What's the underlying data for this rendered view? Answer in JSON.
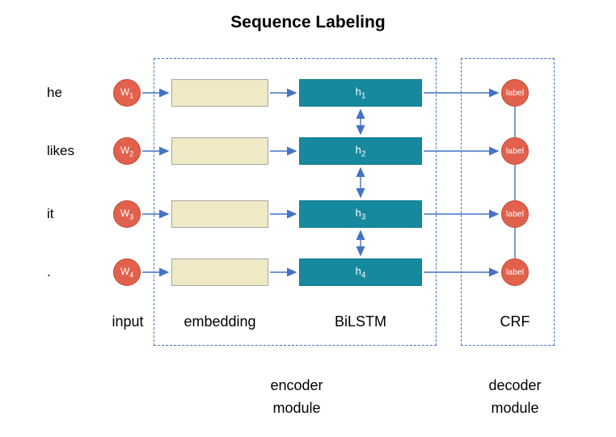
{
  "title": "Sequence Labeling",
  "rows": [
    {
      "word": "he",
      "input_main": "W",
      "input_sub": "1",
      "hidden_main": "h",
      "hidden_sub": "1",
      "label": "label"
    },
    {
      "word": "likes",
      "input_main": "W",
      "input_sub": "2",
      "hidden_main": "h",
      "hidden_sub": "2",
      "label": "label"
    },
    {
      "word": "it",
      "input_main": "W",
      "input_sub": "3",
      "hidden_main": "h",
      "hidden_sub": "3",
      "label": "label"
    },
    {
      "word": ".",
      "input_main": "W",
      "input_sub": "4",
      "hidden_main": "h",
      "hidden_sub": "4",
      "label": "label"
    }
  ],
  "column_labels": {
    "input": "input",
    "embedding": "embedding",
    "bilstm": "BiLSTM",
    "crf": "CRF"
  },
  "captions": {
    "encoder": {
      "line1": "encoder",
      "line2": "module"
    },
    "decoder": {
      "line1": "decoder",
      "line2": "module"
    }
  },
  "colors": {
    "accent-blue": "#4472C4",
    "token-red": "#E2614D",
    "token-red-border": "#BF4B38",
    "embedding-fill": "#EFE9C5",
    "embedding-border": "#A6A6A6",
    "hidden-teal": "#16899E",
    "hidden-teal-border": "#0F7A8E"
  }
}
